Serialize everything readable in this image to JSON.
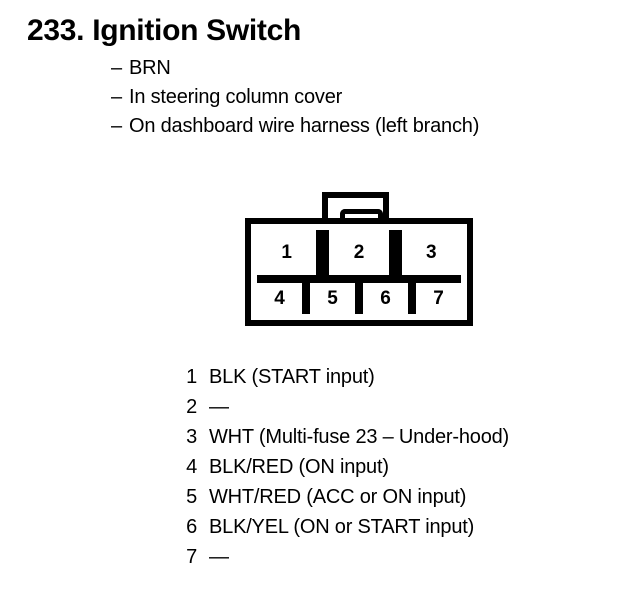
{
  "header": {
    "title": "233. Ignition Switch",
    "dash": "–",
    "notes": [
      "BRN",
      "In steering column cover",
      "On dashboard wire harness (left branch)"
    ]
  },
  "connector": {
    "latch_name": "connector-locking-tab",
    "top_row": [
      "1",
      "2",
      "3"
    ],
    "bottom_row": [
      "4",
      "5",
      "6",
      "7"
    ]
  },
  "pin_legend": [
    {
      "num": "1",
      "desc": "BLK (START input)"
    },
    {
      "num": "2",
      "desc": "—"
    },
    {
      "num": "3",
      "desc": "WHT (Multi-fuse 23 – Under-hood)"
    },
    {
      "num": "4",
      "desc": "BLK/RED (ON input)"
    },
    {
      "num": "5",
      "desc": "WHT/RED (ACC or ON input)"
    },
    {
      "num": "6",
      "desc": "BLK/YEL (ON or START input)"
    },
    {
      "num": "7",
      "desc": "—"
    }
  ],
  "colors": {
    "ink": "#000000",
    "paper": "#ffffff"
  }
}
